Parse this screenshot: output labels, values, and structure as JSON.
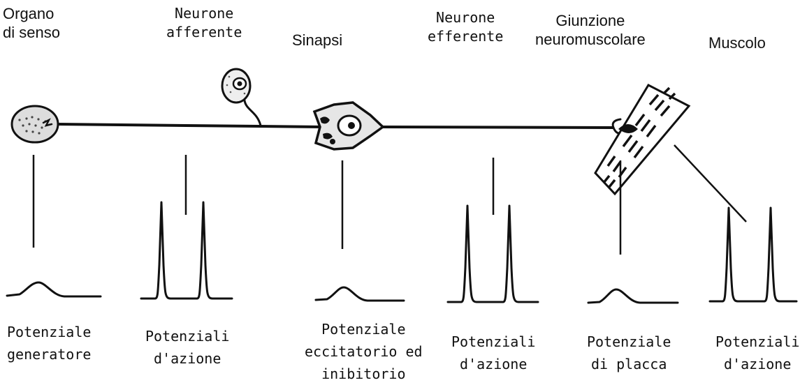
{
  "top_labels": [
    {
      "id": "organo",
      "lines": [
        "Organo",
        "di senso"
      ]
    },
    {
      "id": "neurone-afferente",
      "lines": [
        "Neurone",
        "afferente"
      ]
    },
    {
      "id": "sinapsi",
      "lines": [
        "Sinapsi"
      ]
    },
    {
      "id": "neurone-efferente",
      "lines": [
        "Neurone",
        "efferente"
      ]
    },
    {
      "id": "giunzione",
      "lines": [
        "Giunzione",
        "neuromuscolare"
      ]
    },
    {
      "id": "muscolo",
      "lines": [
        "Muscolo"
      ]
    }
  ],
  "bottom_labels": [
    {
      "id": "potenziale-generatore",
      "lines": [
        "Potenziale",
        "generatore"
      ]
    },
    {
      "id": "potenziali-azione-1",
      "lines": [
        "Potenziali",
        "d'azione"
      ]
    },
    {
      "id": "potenziale-eccitatorio",
      "lines": [
        "Potenziale",
        "eccitatorio ed",
        "inibitorio"
      ]
    },
    {
      "id": "potenziali-azione-2",
      "lines": [
        "Potenziali",
        "d'azione"
      ]
    },
    {
      "id": "potenziale-placca",
      "lines": [
        "Potenziale",
        "di placca"
      ]
    },
    {
      "id": "potenziali-azione-3",
      "lines": [
        "Potenziali",
        "d'azione"
      ]
    }
  ]
}
